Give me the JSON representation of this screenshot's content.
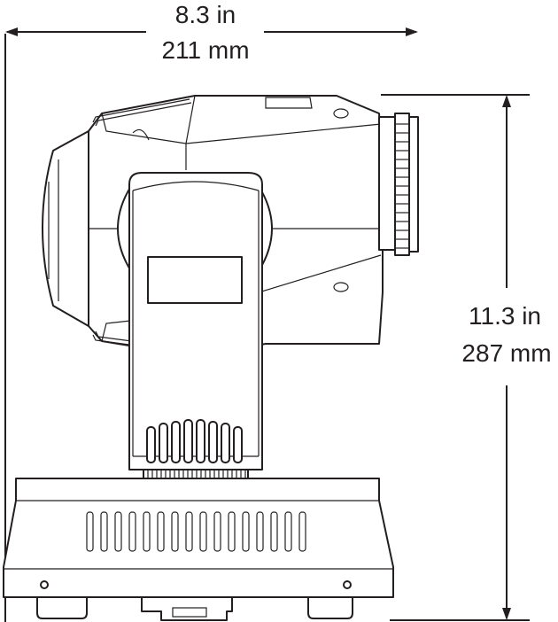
{
  "dimensions": {
    "width": {
      "imperial": "8.3 in",
      "metric": "211 mm"
    },
    "height": {
      "imperial": "11.3 in",
      "metric": "287 mm"
    }
  },
  "colors": {
    "line": "#231f20",
    "background": "#ffffff"
  }
}
